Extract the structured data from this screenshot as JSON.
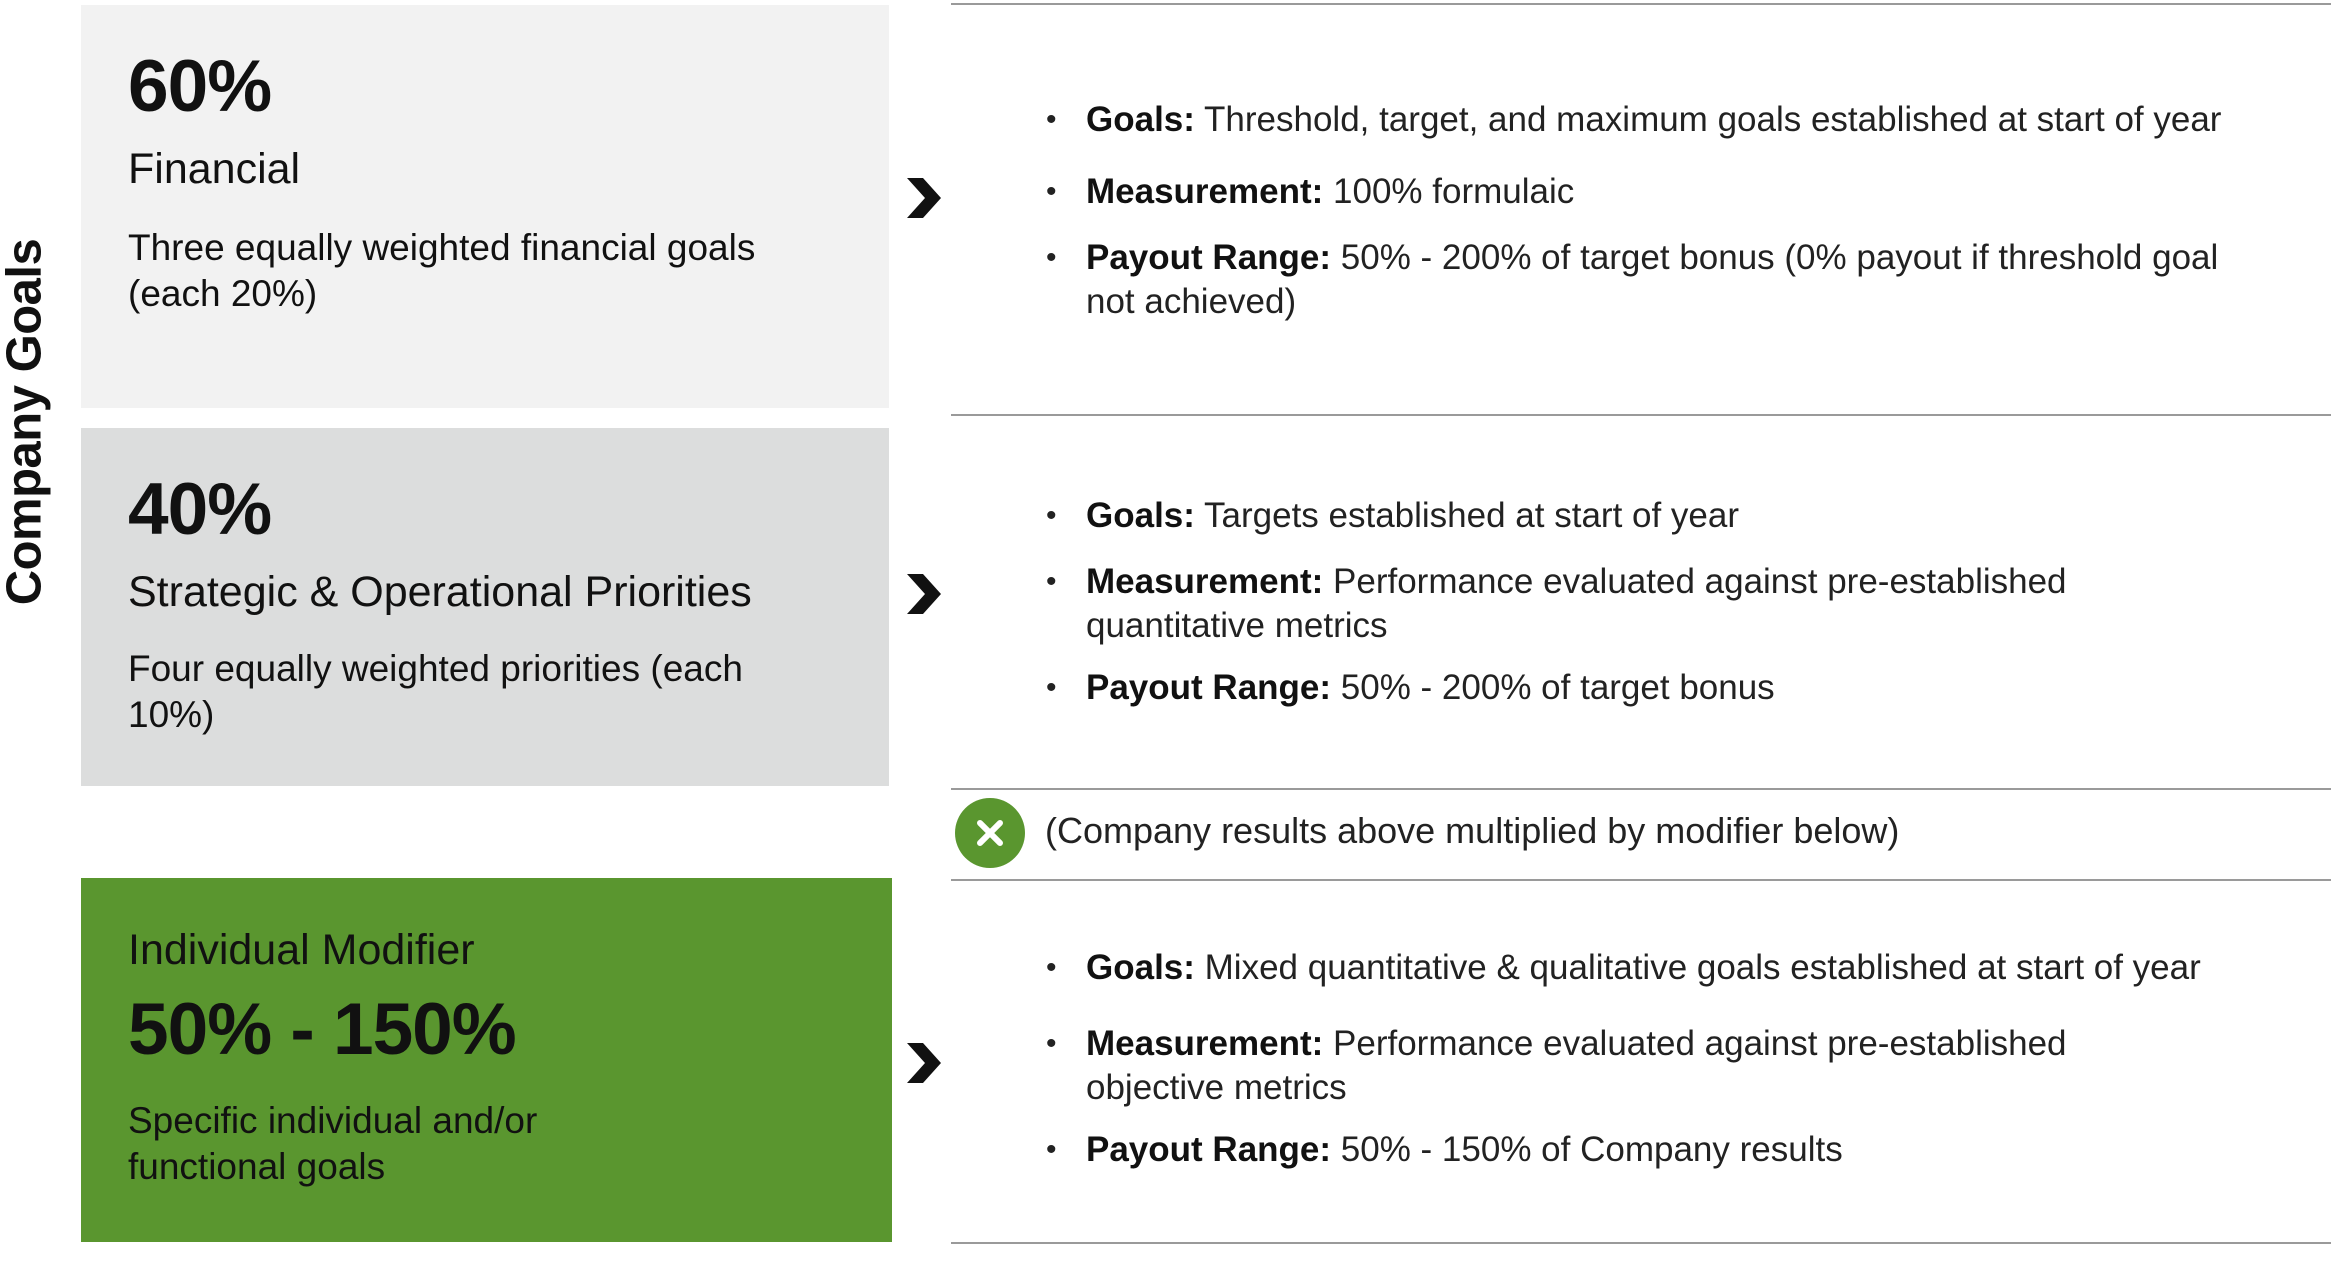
{
  "side_label": "Company Goals",
  "blocks": [
    {
      "percent": "60%",
      "name": "Financial",
      "description": "Three equally weighted financial goals (each 20%)",
      "details": [
        {
          "label": "Goals:",
          "text": "Threshold, target, and maximum goals established at start of year"
        },
        {
          "label": "Measurement:",
          "text": "100% formulaic"
        },
        {
          "label": "Payout Range:",
          "text": "50% - 200% of target bonus (0% payout if threshold goal not achieved)"
        }
      ]
    },
    {
      "percent": "40%",
      "name": "Strategic & Operational Priorities",
      "description": "Four equally weighted priorities (each 10%)",
      "details": [
        {
          "label": "Goals:",
          "text": "Targets established at start of year"
        },
        {
          "label": "Measurement:",
          "text": "Performance evaluated against pre-established quantitative metrics"
        },
        {
          "label": "Payout Range:",
          "text": "50% - 200% of target bonus"
        }
      ]
    }
  ],
  "multiplier_note": "(Company results above multiplied by modifier below)",
  "modifier": {
    "title": "Individual Modifier",
    "range": "50% - 150%",
    "description": "Specific individual and/or functional goals",
    "details": [
      {
        "label": "Goals:",
        "text": "Mixed quantitative & qualitative goals established at start of year"
      },
      {
        "label": "Measurement:",
        "text": "Performance evaluated against pre-established objective metrics"
      },
      {
        "label": "Payout Range:",
        "text": "50% - 150% of Company results"
      }
    ]
  },
  "colors": {
    "financial_bg": "#f2f2f2",
    "strategic_bg": "#dcdddd",
    "modifier_bg": "#5a962f",
    "accent_green": "#5a962f"
  }
}
